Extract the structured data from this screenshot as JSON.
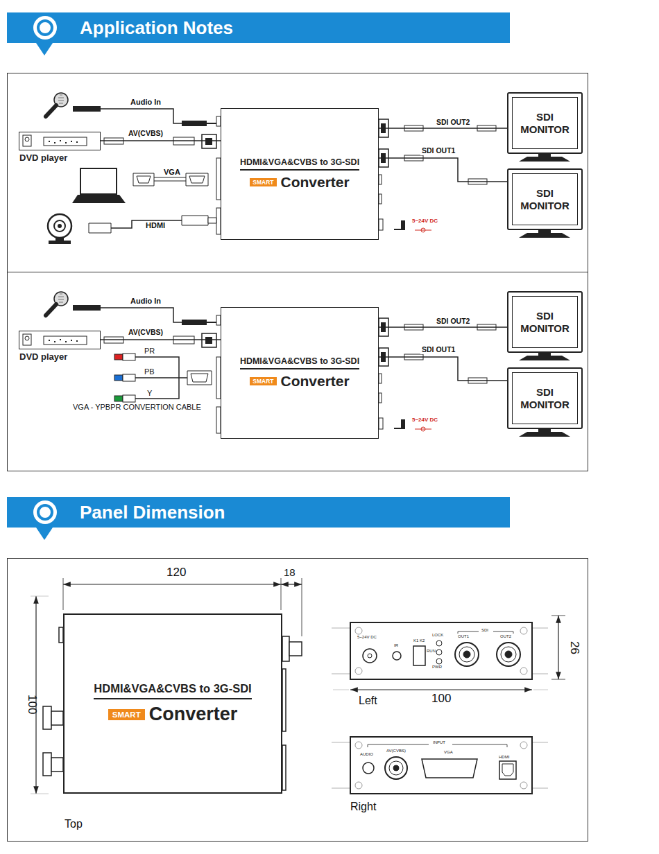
{
  "diagram": {
    "nodes": [
      {
        "text": [
          "Application Notes"
        ]
      },
      {
        "text": [
          "DVD player"
        ]
      },
      {
        "text": [
          "HDMI&VGA&CVBS to 3G-SDI",
          "SMART",
          "Converter"
        ]
      },
      {
        "text": [
          "SDI MONITOR"
        ]
      },
      {
        "text": [
          "SDI MONITOR"
        ]
      },
      {
        "text": [
          "DVD player"
        ]
      },
      {
        "text": [
          "HDMI&VGA&CVBS to 3G-SDI",
          "SMART",
          "Converter"
        ]
      },
      {
        "text": [
          "SDI MONITOR"
        ]
      },
      {
        "text": [
          "SDI MONITOR"
        ]
      },
      {
        "text": [
          "Panel Dimension"
        ]
      },
      {
        "text": [
          "HDMI&VGA&CVBS to 3G-SDI",
          "SMART",
          "Converter"
        ]
      }
    ],
    "edges": [
      {
        "from": 1,
        "to": 2,
        "label": "AV(CVBS)",
        "arrow": "none"
      },
      {
        "from": 2,
        "to": 3,
        "label": "SDI OUT2",
        "arrow": "none"
      },
      {
        "from": 2,
        "to": 4,
        "label": "SDI OUT1",
        "arrow": "none"
      },
      {
        "from": 5,
        "to": 6,
        "label": "AV(CVBS)",
        "arrow": "none"
      },
      {
        "from": 6,
        "to": 7,
        "label": "SDI OUT2",
        "arrow": "none"
      },
      {
        "from": 6,
        "to": 8,
        "label": "SDI OUT1",
        "arrow": "none"
      }
    ],
    "labels": [
      "Audio In",
      "VGA",
      "HDMI",
      "5~24V DC",
      "Audio In",
      "PR",
      "PB",
      "Y",
      "VGA - YPBPR CONVERTION CABLE",
      "5~24V DC",
      "120",
      "18",
      "100",
      "Top",
      "5~24V DC",
      "IR",
      "K1 K2",
      "LOCK",
      "RUN",
      "PWR",
      "SDI",
      "OUT1",
      "OUT2",
      "26",
      "Left",
      "100",
      "INPUT",
      "AUDIO",
      "AV(CVBS)",
      "VGA",
      "HDMI",
      "Right"
    ]
  }
}
